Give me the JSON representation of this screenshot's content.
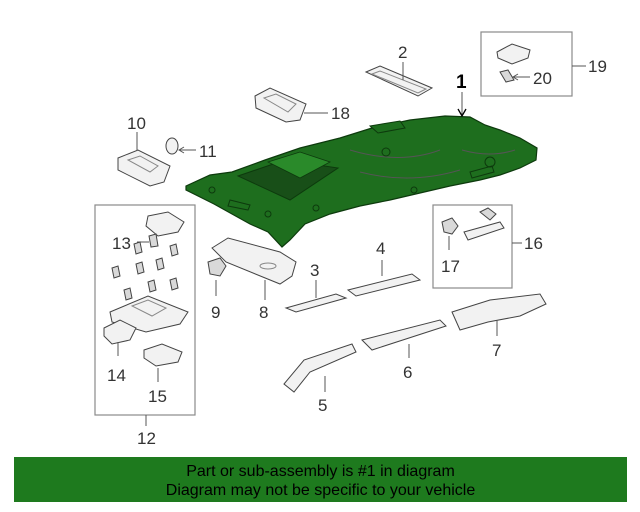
{
  "diagram": {
    "highlight_color": "#1e6e1e",
    "labels": {
      "p1": "1",
      "p2": "2",
      "p3": "3",
      "p4": "4",
      "p5": "5",
      "p6": "6",
      "p7": "7",
      "p8": "8",
      "p9": "9",
      "p10": "10",
      "p11": "11",
      "p12": "12",
      "p13": "13",
      "p14": "14",
      "p15": "15",
      "p16": "16",
      "p17": "17",
      "p18": "18",
      "p19": "19",
      "p20": "20"
    }
  },
  "banner": {
    "line1": "Part or sub-assembly is #1 in diagram",
    "line2": "Diagram may not be specific to your vehicle",
    "background": "#1e7a1e"
  }
}
